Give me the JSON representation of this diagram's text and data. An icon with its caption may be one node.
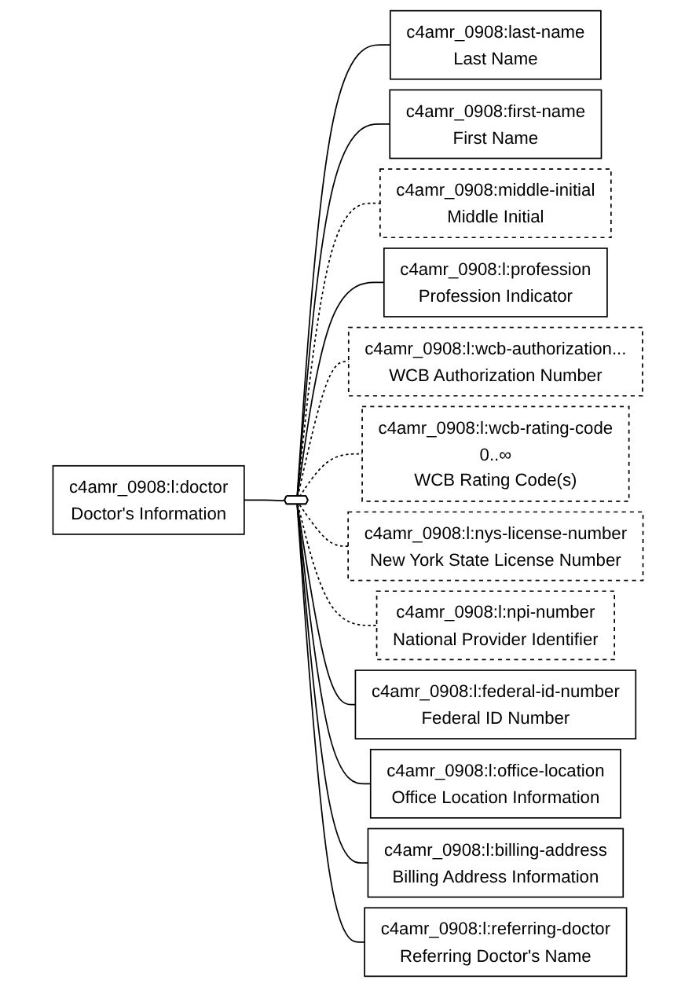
{
  "diagram": {
    "nodes": [
      {
        "text": [
          "c4amr_0908:l:doctor",
          "Doctor's Information"
        ]
      },
      {
        "text": [],
        "shape": "hexagon"
      },
      {
        "text": [
          "c4amr_0908:last-name",
          "Last Name"
        ]
      },
      {
        "text": [
          "c4amr_0908:first-name",
          "First Name"
        ]
      },
      {
        "text": [
          "c4amr_0908:middle-initial",
          "Middle Initial"
        ]
      },
      {
        "text": [
          "c4amr_0908:l:profession",
          "Profession Indicator"
        ]
      },
      {
        "text": [
          "c4amr_0908:l:wcb-authorization...",
          "WCB Authorization Number"
        ]
      },
      {
        "text": [
          "c4amr_0908:l:wcb-rating-code",
          "0..∞",
          "WCB Rating Code(s)"
        ]
      },
      {
        "text": [
          "c4amr_0908:l:nys-license-number",
          "New York State License Number"
        ]
      },
      {
        "text": [
          "c4amr_0908:l:npi-number",
          "National Provider Identifier"
        ]
      },
      {
        "text": [
          "c4amr_0908:l:federal-id-number",
          "Federal ID Number"
        ]
      },
      {
        "text": [
          "c4amr_0908:l:office-location",
          "Office Location Information"
        ]
      },
      {
        "text": [
          "c4amr_0908:l:billing-address",
          "Billing Address Information"
        ]
      },
      {
        "text": [
          "c4amr_0908:l:referring-doctor",
          "Referring Doctor's Name"
        ]
      }
    ],
    "edges": [
      {
        "from": 0,
        "to": 1,
        "arrow": "none"
      },
      {
        "from": 1,
        "to": 2,
        "arrow": "none"
      },
      {
        "from": 1,
        "to": 3,
        "arrow": "none"
      },
      {
        "from": 1,
        "to": 4,
        "arrow": "none",
        "style": "dashed"
      },
      {
        "from": 1,
        "to": 5,
        "arrow": "none"
      },
      {
        "from": 1,
        "to": 6,
        "arrow": "none",
        "style": "dashed"
      },
      {
        "from": 1,
        "to": 7,
        "arrow": "none",
        "style": "dashed"
      },
      {
        "from": 1,
        "to": 8,
        "arrow": "none",
        "style": "dashed"
      },
      {
        "from": 1,
        "to": 9,
        "arrow": "none",
        "style": "dashed"
      },
      {
        "from": 1,
        "to": 10,
        "arrow": "none"
      },
      {
        "from": 1,
        "to": 11,
        "arrow": "none"
      },
      {
        "from": 1,
        "to": 12,
        "arrow": "none"
      },
      {
        "from": 1,
        "to": 13,
        "arrow": "none"
      }
    ]
  }
}
